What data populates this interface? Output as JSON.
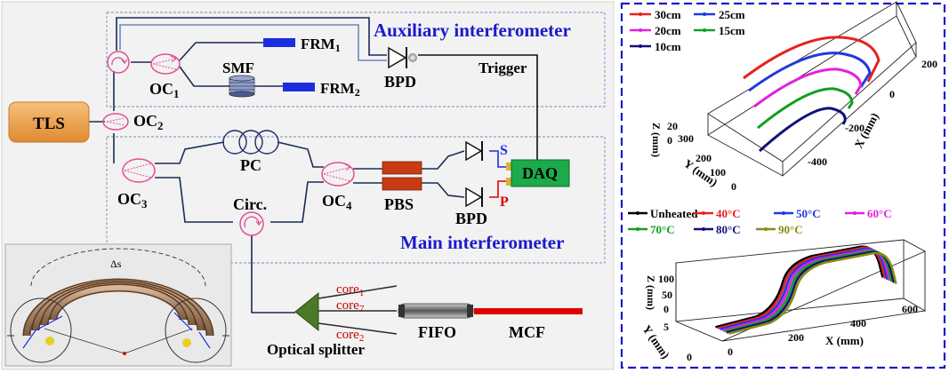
{
  "setup": {
    "aux_title": "Auxiliary interferometer",
    "main_title": "Main interferometer",
    "tls": "TLS",
    "oc1": "OC",
    "oc1_sub": "1",
    "oc2": "OC",
    "oc2_sub": "2",
    "oc3": "OC",
    "oc3_sub": "3",
    "oc4": "OC",
    "oc4_sub": "4",
    "frm1": "FRM",
    "frm1_sub": "1",
    "frm2": "FRM",
    "frm2_sub": "2",
    "smf": "SMF",
    "bpd_aux": "BPD",
    "bpd_main": "BPD",
    "trigger": "Trigger",
    "pc": "PC",
    "pbs": "PBS",
    "circ": "Circ.",
    "daq": "DAQ",
    "s_label": "S",
    "p_label": "P",
    "core1": "core",
    "core1_sub": "1",
    "core7": "core",
    "core7_sub": "7",
    "core2": "core",
    "core2_sub": "2",
    "splitter": "Optical splitter",
    "fifo": "FIFO",
    "mcf": "MCF",
    "delta_s": "Δs",
    "colors": {
      "title_blue": "#1a1acc",
      "tls_orange": "#e8a050",
      "daq_green": "#1daa4a",
      "frm_blue": "#1a2ee0",
      "pbs_red": "#c83c14",
      "core_red": "#c00000",
      "mcf_red": "#e00000",
      "splitter_green": "#4a7a28",
      "circulator_pink": "#e05090"
    }
  },
  "chart_top": {
    "legend": [
      "30cm",
      "25cm",
      "20cm",
      "15cm",
      "10cm"
    ],
    "legend_colors": [
      "#e82020",
      "#2038e0",
      "#e020e0",
      "#10a020",
      "#10107a"
    ],
    "z_label": "Z (mm)",
    "y_label": "Y (mm)",
    "x_label": "X (mm)",
    "z_ticks": [
      "20",
      "0"
    ],
    "y_ticks": [
      "300",
      "200",
      "100",
      "0"
    ],
    "x_ticks": [
      "200",
      "0",
      "-200",
      "-400"
    ]
  },
  "chart_bottom": {
    "legend": [
      "Unheated",
      "40°C",
      "50°C",
      "60°C",
      "70°C",
      "80°C",
      "90°C"
    ],
    "legend_colors": [
      "#000000",
      "#e82020",
      "#2038e0",
      "#e020e0",
      "#10a020",
      "#10107a",
      "#8a8a10"
    ],
    "z_label": "Z (mm)",
    "y_label": "Y (mm)",
    "x_label": "X (mm)",
    "z_ticks": [
      "100",
      "50",
      "0"
    ],
    "y_ticks": [
      "0",
      "5"
    ],
    "x_ticks": [
      "0",
      "200",
      "400",
      "600"
    ]
  }
}
